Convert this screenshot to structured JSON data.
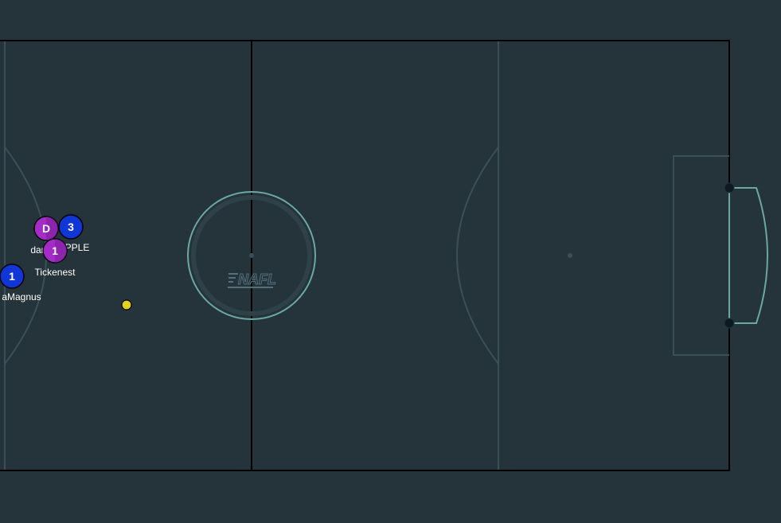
{
  "pitch": {
    "background_color": "#25333b",
    "line_color": "#000000",
    "marking_color": "#3a5058",
    "goal_color": "#6aa8a4",
    "logo_text": "NAFL"
  },
  "ball": {
    "color": "#e2d11f"
  },
  "players": [
    {
      "id": "p-magnus",
      "number": "1",
      "name": "aMagnus",
      "team": "blue"
    },
    {
      "id": "p-apple",
      "number": "3",
      "name": "PPLE",
      "team": "blue"
    },
    {
      "id": "p-d",
      "number": "D",
      "name": "dar",
      "team": "purple"
    },
    {
      "id": "p-tickenest",
      "number": "1",
      "name": "Tickenest",
      "team": "purple"
    }
  ],
  "teams": {
    "blue": {
      "color": "#1136d6"
    },
    "purple": {
      "color": "#a42bc8"
    }
  }
}
